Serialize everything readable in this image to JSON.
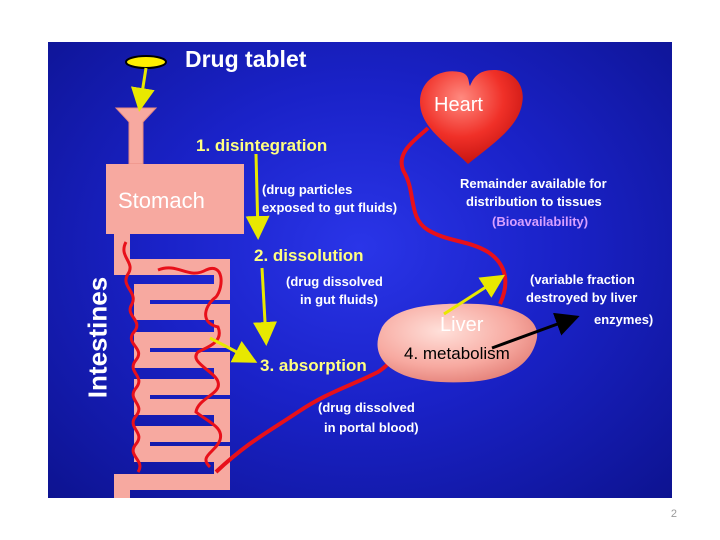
{
  "title": "Drug tablet",
  "organs": {
    "heart": "Heart",
    "stomach": "Stomach",
    "intestines": "Intestines",
    "liver": "Liver"
  },
  "steps": {
    "disintegration": "1. disintegration",
    "disintegration_note": [
      "(drug particles",
      "exposed to gut fluids)"
    ],
    "dissolution": "2. dissolution",
    "dissolution_note": [
      "(drug dissolved",
      "in gut fluids)"
    ],
    "absorption": "3. absorption",
    "absorption_note": [
      "(drug dissolved",
      "in portal blood)"
    ],
    "metabolism": "4. metabolism"
  },
  "remainder": [
    "Remainder available for",
    "distribution to tissues"
  ],
  "bioavailability": "(Bioavailability)",
  "liver_note": [
    "(variable fraction",
    "destroyed by liver",
    "enzymes)"
  ],
  "page_number": "2",
  "colors": {
    "background": "#1a22c8",
    "title_text": "#ffffff",
    "step_text": "#ffff80",
    "note_text": "#ffffff",
    "bioavailability_text": "#d8a0ff",
    "organ_pink": "#f7a9a0",
    "heart_red": "#e8201e",
    "blood_red": "#e8101a",
    "arrow_yellow": "#e8e800"
  }
}
